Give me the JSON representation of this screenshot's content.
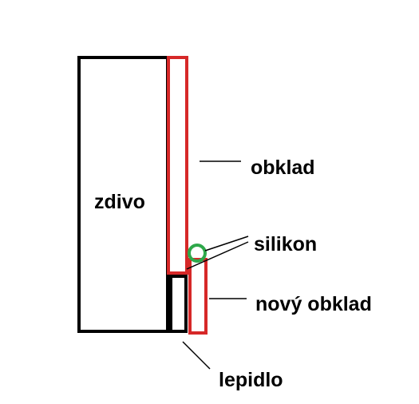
{
  "labels": {
    "masonry": "zdivo",
    "tiles": "obklad",
    "silicone": "silikon",
    "new_tiles": "nový obklad",
    "adhesive": "lepidlo"
  },
  "colors": {
    "background": "#ffffff",
    "outline_black": "#000000",
    "outline_red": "#d62828",
    "silicone_green": "#2ea84a"
  }
}
